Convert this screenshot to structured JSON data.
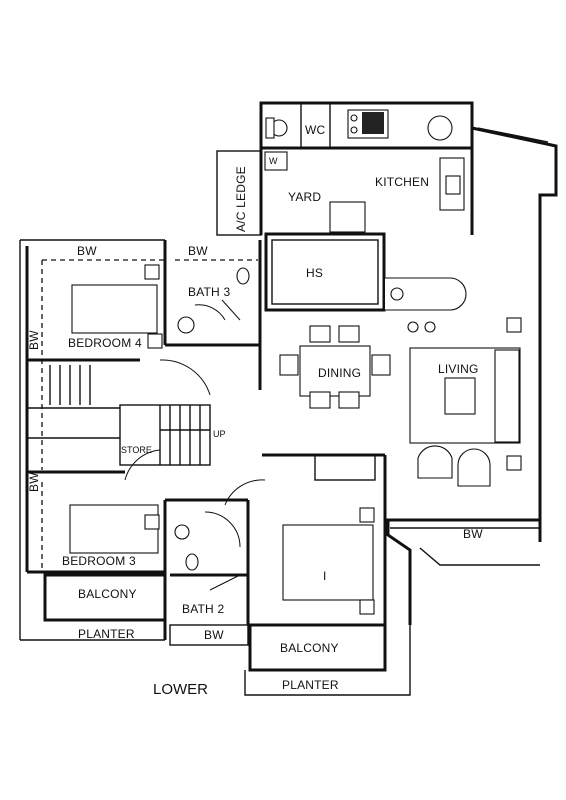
{
  "plan": {
    "caption": "LOWER",
    "rooms": {
      "wc": "WC",
      "w": "W",
      "yard": "YARD",
      "kitchen": "KITCHEN",
      "ac_ledge": "A/C LEDGE",
      "hs": "HS",
      "bw_top_left": "BW",
      "bw_bath3": "BW",
      "bath3": "BATH 3",
      "bedroom4": "BEDROOM 4",
      "bw_left_upper": "BW",
      "bw_left_lower": "BW",
      "dining": "DINING",
      "living": "LIVING",
      "store": "STORE",
      "up": "UP",
      "bedroom3": "BEDROOM 3",
      "balcony_left": "BALCONY",
      "bath2": "BATH 2",
      "planter_left": "PLANTER",
      "bw_bottom": "BW",
      "master_mark": "I",
      "balcony_right": "BALCONY",
      "planter_right": "PLANTER",
      "bw_living": "BW"
    }
  }
}
